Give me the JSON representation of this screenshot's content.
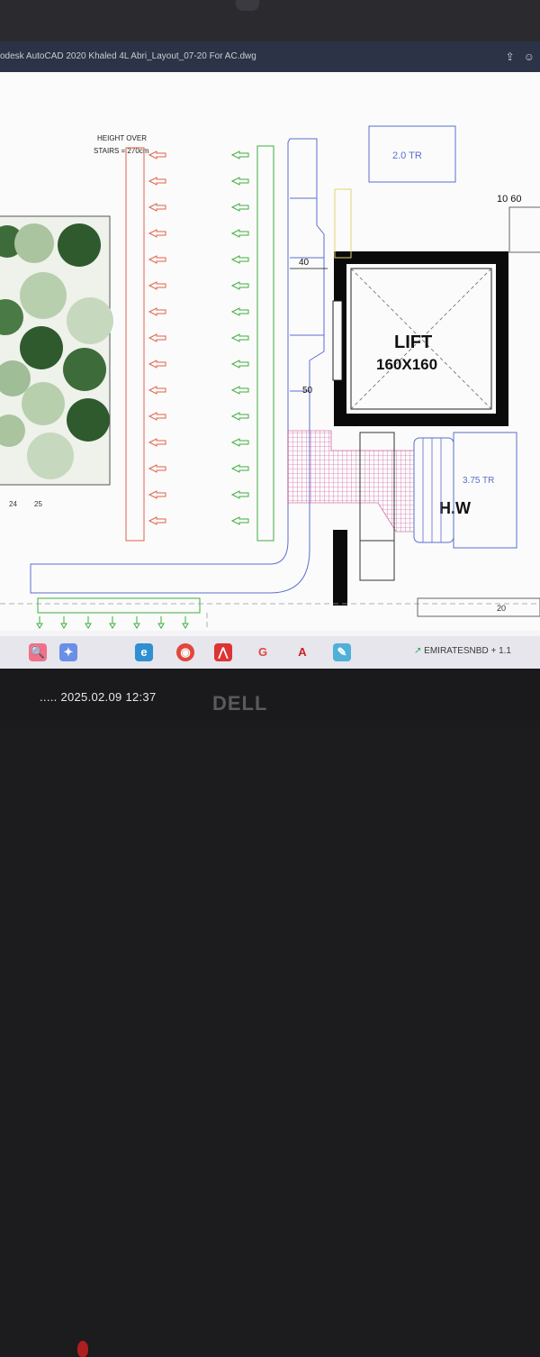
{
  "window": {
    "title": "odesk AutoCAD 2020   Khaled 4L Abri_Layout_07-20 For AC.dwg",
    "icons": [
      "share-icon",
      "user-icon"
    ]
  },
  "drawing": {
    "stair_note_line1": "HEIGHT OVER",
    "stair_note_line2": "STAIRS = 270cm",
    "ac_unit_top": "2.0 TR",
    "dim_top_right": "10  60",
    "dim_40": "40",
    "dim_50": "50",
    "lift_label": "LIFT",
    "lift_size": "160X160",
    "ac_unit_hw": "3.75 TR",
    "hw_label": "H.W",
    "grid_24": "24",
    "grid_25": "25",
    "grid_20": "20",
    "colors": {
      "red_arrow": "#e0604a",
      "green_arrow": "#3fae3f",
      "blue_line": "#5a6fd0",
      "wall": "#0a0a0a",
      "hatch": "#c83c8c"
    }
  },
  "taskbar": {
    "icons": [
      "search-icon",
      "copilot-icon",
      "edge-icon",
      "chrome-icon",
      "pdf-icon",
      "google-icon",
      "autocad-icon",
      "sketch-icon"
    ],
    "stock": "EMIRATESNBD",
    "stock_change": "+ 1.1"
  },
  "photo": {
    "timestamp": "..... 2025.02.09 12:37",
    "laptop_brand": "DELL"
  }
}
